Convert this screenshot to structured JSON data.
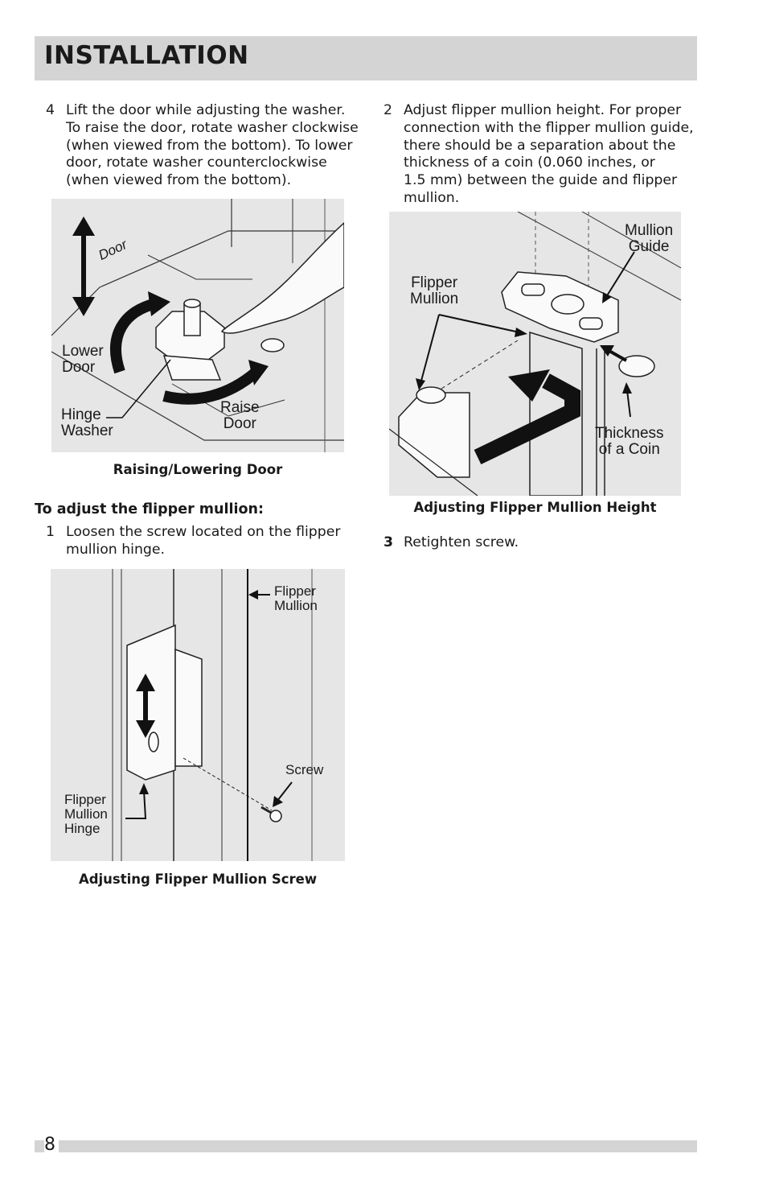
{
  "header": {
    "title": "INSTALLATION"
  },
  "left": {
    "step4": {
      "number": "4",
      "lines": [
        "Lift the door while adjusting the washer.",
        "To raise the door, rotate washer clockwise",
        "(when viewed from the bottom). To lower",
        "door, rotate washer counterclockwise",
        "(when viewed from the bottom)."
      ]
    },
    "figure1": {
      "labels": {
        "door": "Door",
        "lower_door": [
          "Lower",
          "Door"
        ],
        "hinge_washer": [
          "Hinge",
          "Washer"
        ],
        "raise_door": [
          "Raise",
          "Door"
        ]
      },
      "caption": "Raising/Lowering Door"
    },
    "subheading": "To adjust the flipper mullion:",
    "step1": {
      "number": "1",
      "lines": [
        "Loosen the screw located on the flipper",
        "mullion hinge."
      ]
    },
    "figure2": {
      "labels": {
        "flipper_mullion": [
          "Flipper",
          "Mullion"
        ],
        "screw": "Screw",
        "flipper_mullion_hinge": [
          "Flipper",
          "Mullion",
          "Hinge"
        ]
      },
      "caption": "Adjusting Flipper Mullion Screw"
    }
  },
  "right": {
    "step2": {
      "number": "2",
      "lines": [
        "Adjust flipper mullion height. For proper",
        "connection with the flipper mullion guide,",
        "there should be a separation about the",
        "thickness of a coin (0.060 inches, or",
        "1.5 mm) between the guide and flipper",
        "mullion."
      ]
    },
    "figure3": {
      "labels": {
        "mullion_guide": [
          "Mullion",
          "Guide"
        ],
        "flipper_mullion": [
          "Flipper",
          "Mullion"
        ],
        "thickness_coin": [
          "Thickness",
          "of a Coin"
        ]
      },
      "caption": "Adjusting Flipper Mullion Height"
    },
    "step3": {
      "number": "3",
      "text": "Retighten screw."
    }
  },
  "footer": {
    "page_number": "8"
  },
  "colors": {
    "header_bg": "#d4d4d4",
    "figure_bg": "#e6e6e6",
    "text": "#1a1a1a"
  }
}
